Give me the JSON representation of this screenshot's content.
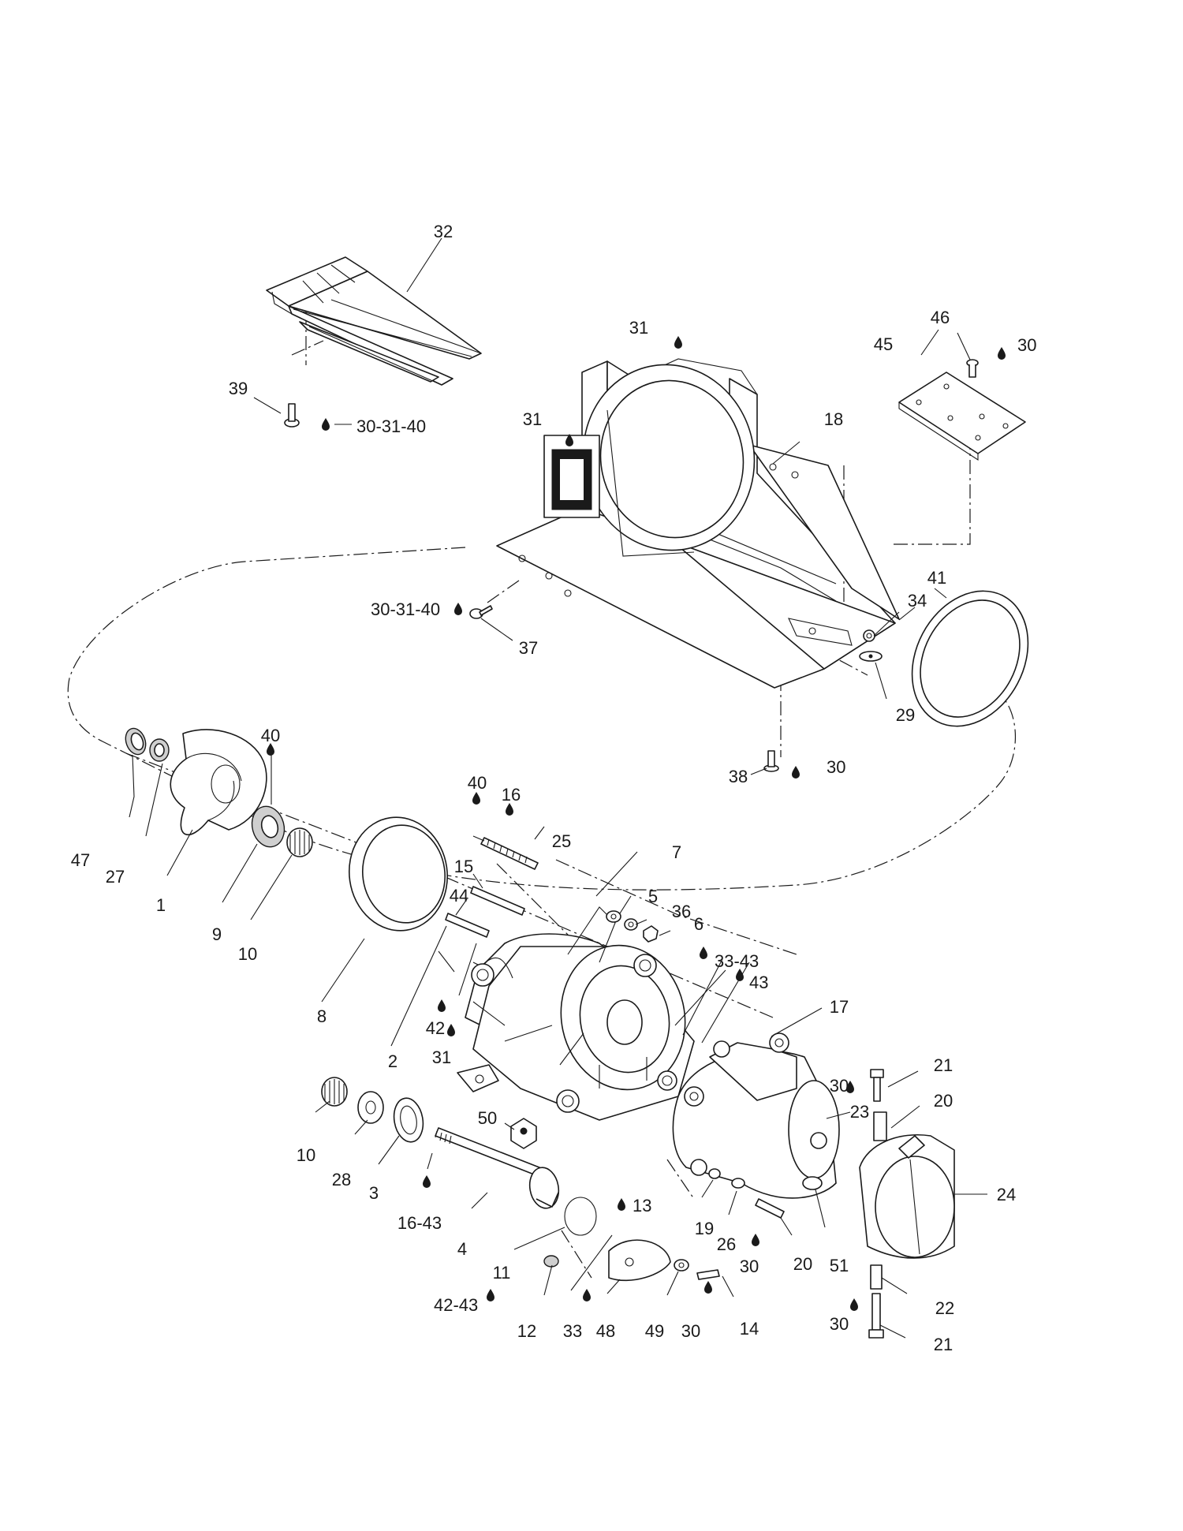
{
  "callouts": [
    {
      "id": "c32",
      "text": "32"
    },
    {
      "id": "c39",
      "text": "39"
    },
    {
      "id": "c30-31-40a",
      "text": "30-31-40"
    },
    {
      "id": "c31a",
      "text": "31"
    },
    {
      "id": "c31b",
      "text": "31"
    },
    {
      "id": "c18",
      "text": "18"
    },
    {
      "id": "c46",
      "text": "46"
    },
    {
      "id": "c45",
      "text": "45"
    },
    {
      "id": "c30a",
      "text": "30"
    },
    {
      "id": "c41",
      "text": "41"
    },
    {
      "id": "c34",
      "text": "34"
    },
    {
      "id": "c30-31-40b",
      "text": "30-31-40"
    },
    {
      "id": "c37",
      "text": "37"
    },
    {
      "id": "c29",
      "text": "29"
    },
    {
      "id": "c38",
      "text": "38"
    },
    {
      "id": "c30b",
      "text": "30"
    },
    {
      "id": "c40a",
      "text": "40"
    },
    {
      "id": "c47",
      "text": "47"
    },
    {
      "id": "c27",
      "text": "27"
    },
    {
      "id": "c1",
      "text": "1"
    },
    {
      "id": "c9",
      "text": "9"
    },
    {
      "id": "c10a",
      "text": "10"
    },
    {
      "id": "c40b",
      "text": "40"
    },
    {
      "id": "c16",
      "text": "16"
    },
    {
      "id": "c25",
      "text": "25"
    },
    {
      "id": "c7",
      "text": "7"
    },
    {
      "id": "c15",
      "text": "15"
    },
    {
      "id": "c44",
      "text": "44"
    },
    {
      "id": "c5",
      "text": "5"
    },
    {
      "id": "c36",
      "text": "36"
    },
    {
      "id": "c6",
      "text": "6"
    },
    {
      "id": "c33-43",
      "text": "33-43"
    },
    {
      "id": "c43",
      "text": "43"
    },
    {
      "id": "c17",
      "text": "17"
    },
    {
      "id": "c8",
      "text": "8"
    },
    {
      "id": "c42",
      "text": "42"
    },
    {
      "id": "c31c",
      "text": "31"
    },
    {
      "id": "c2",
      "text": "2"
    },
    {
      "id": "c21a",
      "text": "21"
    },
    {
      "id": "c30c",
      "text": "30"
    },
    {
      "id": "c20a",
      "text": "20"
    },
    {
      "id": "c23",
      "text": "23"
    },
    {
      "id": "c50",
      "text": "50"
    },
    {
      "id": "c10b",
      "text": "10"
    },
    {
      "id": "c28",
      "text": "28"
    },
    {
      "id": "c3",
      "text": "3"
    },
    {
      "id": "c16-43",
      "text": "16-43"
    },
    {
      "id": "c4",
      "text": "4"
    },
    {
      "id": "c13",
      "text": "13"
    },
    {
      "id": "c19",
      "text": "19"
    },
    {
      "id": "c26",
      "text": "26"
    },
    {
      "id": "c30d",
      "text": "30"
    },
    {
      "id": "c20b",
      "text": "20"
    },
    {
      "id": "c51",
      "text": "51"
    },
    {
      "id": "c24",
      "text": "24"
    },
    {
      "id": "c11",
      "text": "11"
    },
    {
      "id": "c42-43",
      "text": "42-43"
    },
    {
      "id": "c12",
      "text": "12"
    },
    {
      "id": "c33",
      "text": "33"
    },
    {
      "id": "c48",
      "text": "48"
    },
    {
      "id": "c49",
      "text": "49"
    },
    {
      "id": "c30e",
      "text": "30"
    },
    {
      "id": "c14",
      "text": "14"
    },
    {
      "id": "c22",
      "text": "22"
    },
    {
      "id": "c30f",
      "text": "30"
    },
    {
      "id": "c21b",
      "text": "21"
    }
  ]
}
